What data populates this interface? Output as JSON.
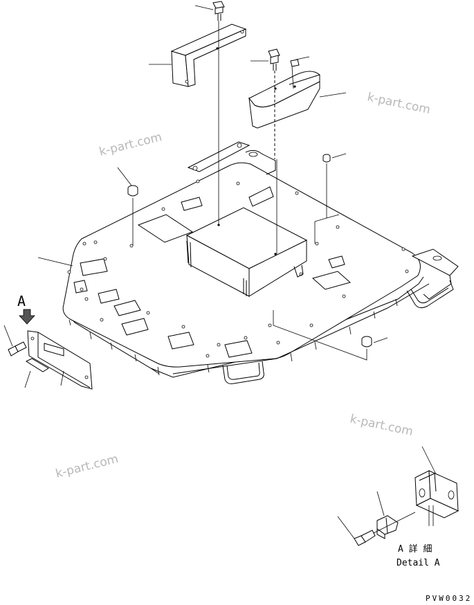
{
  "view_marker": "A",
  "detail": {
    "title_jp": "A 詳 細",
    "title_en": "Detail  A"
  },
  "drawing_code": "PVW0032",
  "watermarks": [
    "k-part.com",
    "k-part.com",
    "k-part.com",
    "k-part.com"
  ]
}
